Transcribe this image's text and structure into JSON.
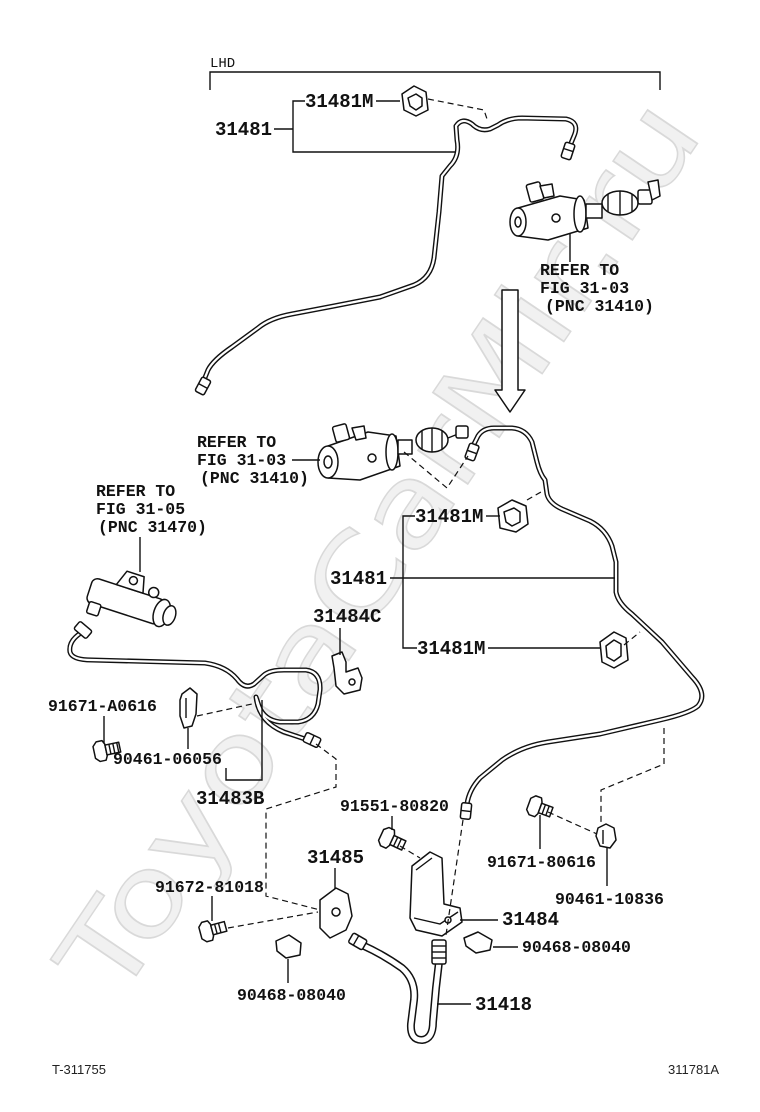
{
  "header": {
    "region_label": "LHD"
  },
  "upper_lhd": {
    "clip_label": "31481M",
    "tube_label": "31481",
    "reference": {
      "line1": "REFER TO",
      "line2": "FIG 31-03",
      "line3": "(PNC 31410)"
    }
  },
  "lower": {
    "master_reference": {
      "line1": "REFER TO",
      "line2": "FIG 31-03",
      "line3": "(PNC 31410)"
    },
    "slave_reference": {
      "line1": "REFER TO",
      "line2": "FIG 31-05",
      "line3": "(PNC 31470)"
    },
    "clip_upper_label": "31481M",
    "tube_label": "31481",
    "clip_lower_label": "31481M",
    "parts": {
      "bracket_upper": "31484C",
      "bolt_left": "91671-A0616",
      "clip_left": "90461-06056",
      "tube_left": "31483B",
      "bolt_center": "91551-80820",
      "bracket_left": "31485",
      "bolt_lower_left": "91672-81018",
      "bolt_right": "91671-80616",
      "clip_right": "90461-10836",
      "bracket_right": "31484",
      "clip_small_right": "90468-08040",
      "clip_small_left": "90468-08040",
      "hose": "31418"
    }
  },
  "footer": {
    "drawing_code": "T-311755",
    "illustration_code": "311781A"
  },
  "watermark": "ToyotaCarMir.ru",
  "colors": {
    "ink": "#111111",
    "paper": "#ffffff",
    "watermark": "#d9d9d9"
  }
}
